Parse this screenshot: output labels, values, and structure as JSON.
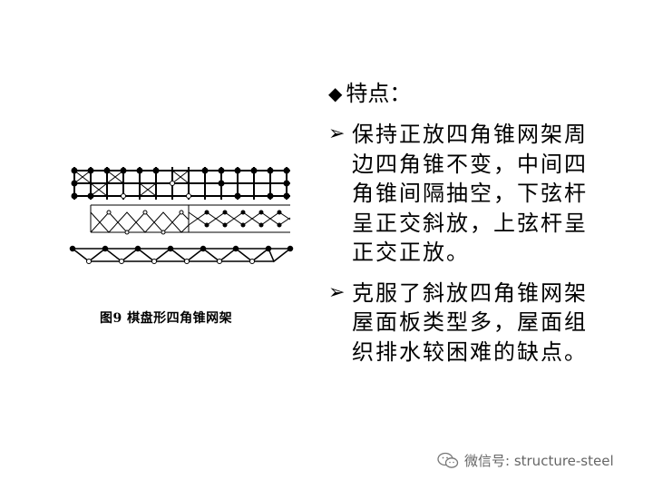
{
  "caption": "图9  棋盘形四角锥网架",
  "heading": {
    "icon": "diamond-icon",
    "text": "特点："
  },
  "bullets": [
    {
      "icon": "arrow-right-icon",
      "text": "保持正放四角锥网架周边四角锥不变，中间四角锥间隔抽空，下弦杆呈正交斜放，上弦杆呈正交正放。"
    },
    {
      "icon": "arrow-right-icon",
      "text": "克服了斜放四角锥网架屋面板类型多，屋面组织排水较困难的缺点。"
    }
  ],
  "watermark": {
    "icon": "wechat-icon",
    "text": "微信号: structure-steel"
  }
}
